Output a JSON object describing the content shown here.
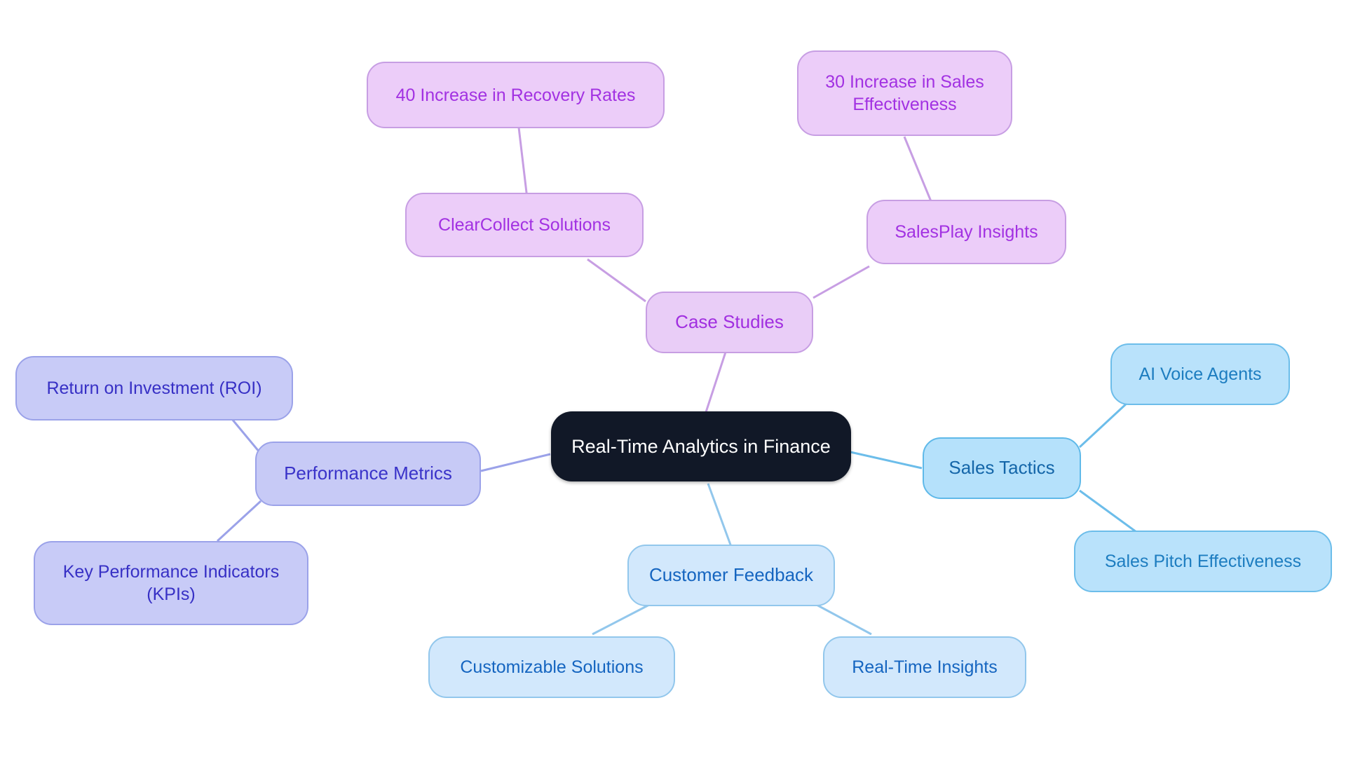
{
  "diagram": {
    "type": "mindmap",
    "title": "Real-Time Analytics in Finance",
    "background": "#ffffff",
    "palette": {
      "root_fill": "#111827",
      "root_text": "#ffffff",
      "violet_fill": "#e9cdf7",
      "violet_border": "#c79ee3",
      "violet_text": "#a12fe0",
      "indigo_fill": "#c7caf6",
      "indigo_border": "#9ba2e9",
      "indigo_text": "#3a33c9",
      "blue_fill": "#b5e1fb",
      "blue_border": "#5fb9e9",
      "blue_text": "#1466a9",
      "sky_fill": "#d2e8fc",
      "sky_border": "#92c7ec",
      "sky_text": "#1565c0"
    }
  },
  "nodes": {
    "root": {
      "label": "Real-Time Analytics in Finance"
    },
    "case_studies": {
      "label": "Case Studies"
    },
    "clearcollect": {
      "label": "ClearCollect Solutions"
    },
    "recovery_rates": {
      "label": "40 Increase in Recovery Rates"
    },
    "salesplay": {
      "label": "SalesPlay Insights"
    },
    "sales_effectiveness": {
      "label": "30 Increase in Sales\nEffectiveness"
    },
    "performance_metrics": {
      "label": "Performance Metrics"
    },
    "roi": {
      "label": "Return on Investment (ROI)"
    },
    "kpis": {
      "label": "Key Performance Indicators\n(KPIs)"
    },
    "sales_tactics": {
      "label": "Sales Tactics"
    },
    "ai_voice_agents": {
      "label": "AI Voice Agents"
    },
    "sales_pitch": {
      "label": "Sales Pitch Effectiveness"
    },
    "customer_feedback": {
      "label": "Customer Feedback"
    },
    "customizable_solutions": {
      "label": "Customizable Solutions"
    },
    "realtime_insights": {
      "label": "Real-Time Insights"
    }
  },
  "edges": [
    {
      "from": "root",
      "to": "case_studies",
      "color": "#c79ee3"
    },
    {
      "from": "case_studies",
      "to": "clearcollect",
      "color": "#c79ee3"
    },
    {
      "from": "clearcollect",
      "to": "recovery_rates",
      "color": "#c79ee3"
    },
    {
      "from": "case_studies",
      "to": "salesplay",
      "color": "#c79ee3"
    },
    {
      "from": "salesplay",
      "to": "sales_effectiveness",
      "color": "#c79ee3"
    },
    {
      "from": "root",
      "to": "performance_metrics",
      "color": "#9ba2e9"
    },
    {
      "from": "performance_metrics",
      "to": "roi",
      "color": "#9ba2e9"
    },
    {
      "from": "performance_metrics",
      "to": "kpis",
      "color": "#9ba2e9"
    },
    {
      "from": "root",
      "to": "sales_tactics",
      "color": "#6cbdea"
    },
    {
      "from": "sales_tactics",
      "to": "ai_voice_agents",
      "color": "#6cbdea"
    },
    {
      "from": "sales_tactics",
      "to": "sales_pitch",
      "color": "#6cbdea"
    },
    {
      "from": "root",
      "to": "customer_feedback",
      "color": "#92c7ec"
    },
    {
      "from": "customer_feedback",
      "to": "customizable_solutions",
      "color": "#92c7ec"
    },
    {
      "from": "customer_feedback",
      "to": "realtime_insights",
      "color": "#92c7ec"
    }
  ]
}
